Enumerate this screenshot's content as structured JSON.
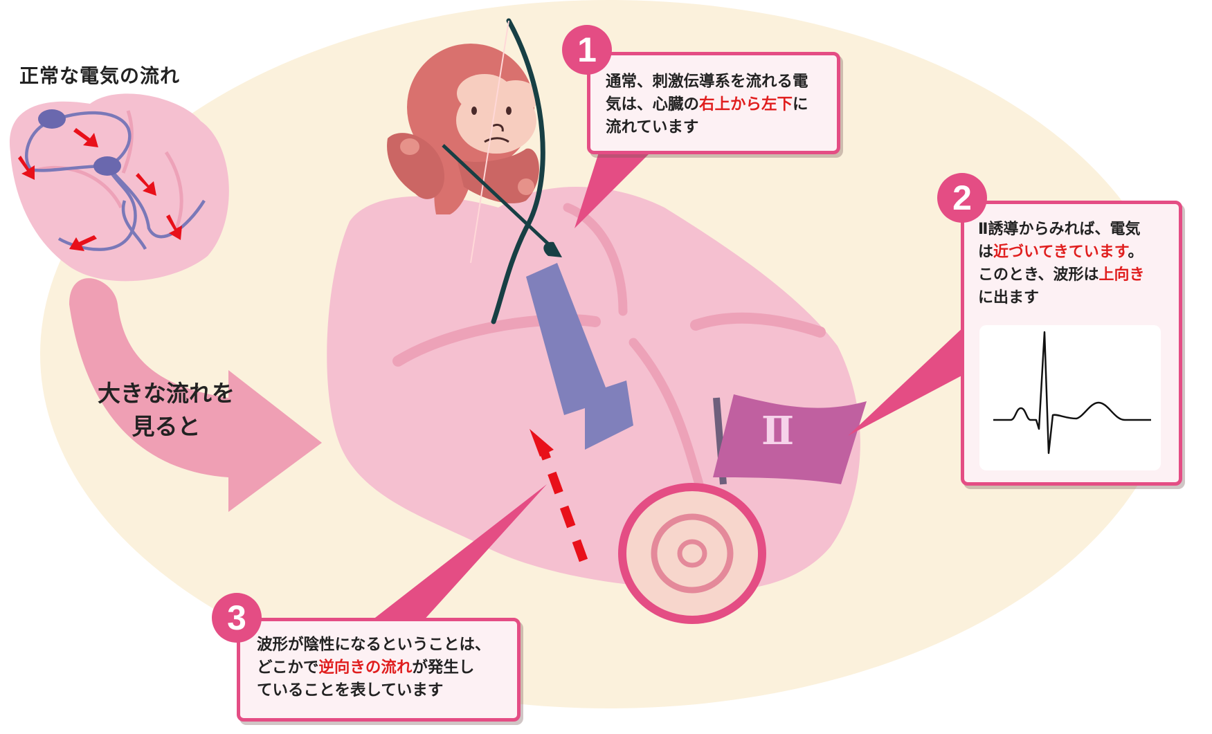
{
  "top_left_label": "正常な電気の流れ",
  "big_flow_label": [
    "大きな流れを",
    "見ると"
  ],
  "flag_label": "Ⅱ",
  "callouts": {
    "c1": {
      "number": "1",
      "lines": [
        [
          {
            "t": "通常、刺激伝導系を流れる電"
          }
        ],
        [
          {
            "t": "気は、心臓の"
          },
          {
            "t": "右上から左下",
            "red": true
          },
          {
            "t": "に"
          }
        ],
        [
          {
            "t": "流れています"
          }
        ]
      ]
    },
    "c2": {
      "number": "2",
      "lines": [
        [
          {
            "t": "Ⅱ誘導からみれば、電気"
          }
        ],
        [
          {
            "t": "は"
          },
          {
            "t": "近づいてきています",
            "red": true
          },
          {
            "t": "。"
          }
        ],
        [
          {
            "t": "このとき、波形は"
          },
          {
            "t": "上向き",
            "red": true
          }
        ],
        [
          {
            "t": "に出ます"
          }
        ]
      ]
    },
    "c3": {
      "number": "3",
      "lines": [
        [
          {
            "t": "波形が陰性になるということは、"
          }
        ],
        [
          {
            "t": "どこかで"
          },
          {
            "t": "逆向きの流れ",
            "red": true
          },
          {
            "t": "が発生し"
          }
        ],
        [
          {
            "t": "ていることを表しています"
          }
        ]
      ]
    }
  },
  "colors": {
    "background_ellipse": "#fbf1dc",
    "heart": "#f5c0d0",
    "heart_line": "#eda2b8",
    "accent_pink": "#e44d84",
    "conduction_purple": "#8080bb",
    "red_arrow": "#e8101a",
    "flag": "#c060a0",
    "monkey": "#d9716e"
  }
}
